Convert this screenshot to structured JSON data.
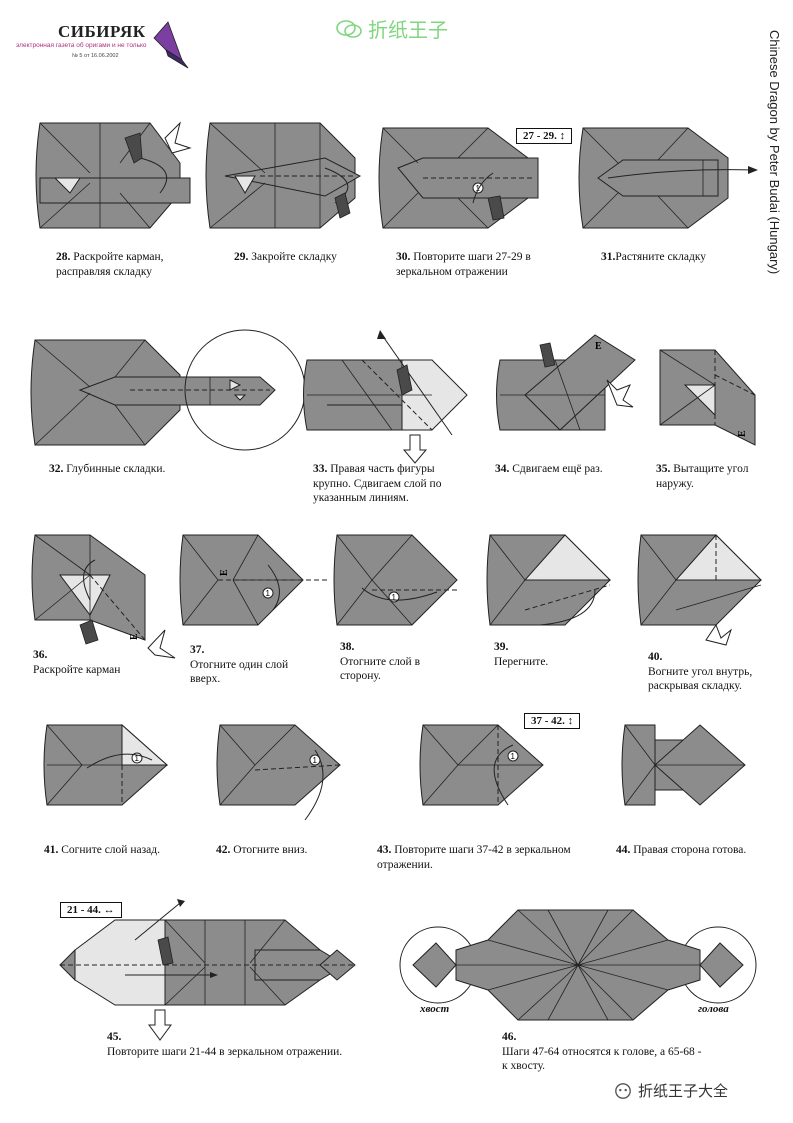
{
  "header": {
    "logo_title": "СИБИРЯК",
    "logo_subtitle": "электронная газета об оригами и не только",
    "logo_issue": "№ 5 от 16.06.2002",
    "watermark": "折纸王子",
    "credit": "Chinese Dragon by Peter Budai (Hungary)"
  },
  "steps": [
    {
      "num": "28.",
      "text": "Раскройте карман, расправляя складку"
    },
    {
      "num": "29.",
      "text": "Закройте складку"
    },
    {
      "num": "30.",
      "text": "Повторите шаги 27-29 в зеркальном отражении",
      "box": "27 - 29. ↕"
    },
    {
      "num": "31.",
      "text": "Растяните складку"
    },
    {
      "num": "32.",
      "text": "Глубинные складки."
    },
    {
      "num": "33.",
      "text": "Правая часть фигуры крупно. Сдвигаем слой по указанным линиям."
    },
    {
      "num": "34.",
      "text": "Сдвигаем ещё раз."
    },
    {
      "num": "35.",
      "text": "Вытащите угол наружу."
    },
    {
      "num": "36.",
      "text": "Раскройте карман"
    },
    {
      "num": "37.",
      "text": "Отогните один слой вверх."
    },
    {
      "num": "38.",
      "text": "Отогните слой в сторону."
    },
    {
      "num": "39.",
      "text": "Перегните."
    },
    {
      "num": "40.",
      "text": "Вогните угол внутрь, раскрывая складку."
    },
    {
      "num": "41.",
      "text": "Согните слой назад."
    },
    {
      "num": "42.",
      "text": "Отогните вниз."
    },
    {
      "num": "43.",
      "text": "Повторите шаги 37-42 в зеркальном отражении.",
      "box": "37 - 42. ↕"
    },
    {
      "num": "44.",
      "text": "Правая сторона готова."
    },
    {
      "num": "45.",
      "text": "Повторите шаги 21-44 в зеркальном отражении.",
      "box": "21 - 44. ↔"
    },
    {
      "num": "46.",
      "text": "Шаги 47-64 относятся к голове, а 65-68 - к хвосту."
    }
  ],
  "labels": {
    "tail": "хвост",
    "head": "голова",
    "letter_e": "E",
    "circle_one": "1"
  },
  "footer": {
    "watermark": "折纸王子大全"
  }
}
